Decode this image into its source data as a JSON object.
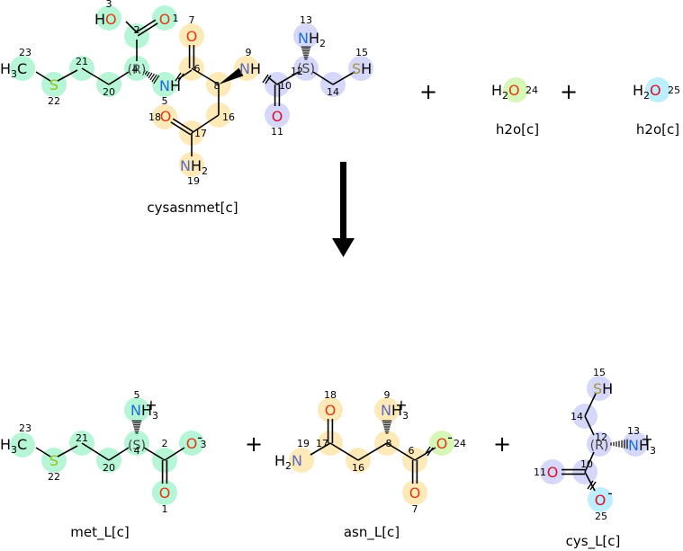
{
  "colors": {
    "met_highlight": "#b6f5d6",
    "asn_highlight": "#fdeab8",
    "cys_highlight": "#d6d8fa",
    "h2o_24_highlight": "#d6f7b8",
    "h2o_25_highlight": "#bdeefb",
    "oxygen": "#e03b10",
    "oxygen_cys": "#d8102c",
    "nitrogen": "#1a6fd8",
    "nitrogen_asn": "#5b6abf",
    "sulfur_met": "#8fc21a",
    "sulfur_cys": "#a09440"
  },
  "reaction": {
    "arrow_direction": "down",
    "reactants": [
      {
        "name": "cysasnmet[c]",
        "atoms": [
          {
            "idx": "1",
            "label": "O"
          },
          {
            "idx": "2",
            "label": "C"
          },
          {
            "idx": "3",
            "label": "HO"
          },
          {
            "idx": "4",
            "label": "(R)"
          },
          {
            "idx": "5",
            "label": "NH"
          },
          {
            "idx": "6",
            "label": "C"
          },
          {
            "idx": "7",
            "label": "O"
          },
          {
            "idx": "8",
            "label": "C"
          },
          {
            "idx": "9",
            "label": "NH"
          },
          {
            "idx": "10",
            "label": "C"
          },
          {
            "idx": "11",
            "label": "O"
          },
          {
            "idx": "12",
            "label": "(S)"
          },
          {
            "idx": "13",
            "label": "NH2"
          },
          {
            "idx": "14",
            "label": "C"
          },
          {
            "idx": "15",
            "label": "SH"
          },
          {
            "idx": "16",
            "label": "C"
          },
          {
            "idx": "17",
            "label": "C"
          },
          {
            "idx": "18",
            "label": "O"
          },
          {
            "idx": "19",
            "label": "NH2"
          },
          {
            "idx": "20",
            "label": "C"
          },
          {
            "idx": "21",
            "label": "C"
          },
          {
            "idx": "22",
            "label": "S"
          },
          {
            "idx": "23",
            "label": "H3C"
          }
        ]
      },
      {
        "name": "h2o[c]",
        "formula": "H2O",
        "atom_index": "24"
      },
      {
        "name": "h2o[c]",
        "formula": "H2O",
        "atom_index": "25"
      }
    ],
    "products": [
      {
        "name": "met_L[c]",
        "stereo": "(S)",
        "charges": [
          "+",
          "-"
        ]
      },
      {
        "name": "asn_L[c]",
        "charges": [
          "+",
          "-"
        ]
      },
      {
        "name": "cys_L[c]",
        "stereo": "(R)",
        "charges": [
          "+",
          "-"
        ]
      }
    ],
    "plus_sign": "+"
  },
  "text": {
    "stereo_R": "(R)",
    "stereo_S": "(S)",
    "minus": "-",
    "plus": "+"
  }
}
